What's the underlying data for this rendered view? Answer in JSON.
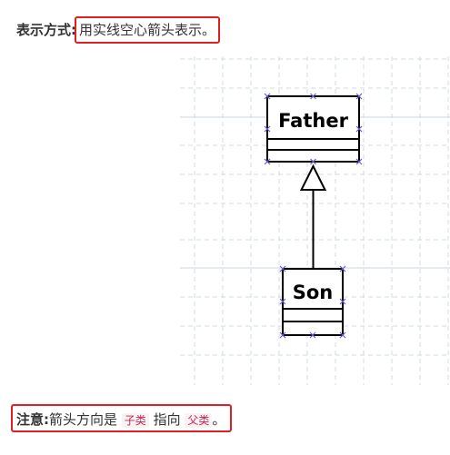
{
  "representation": {
    "label": "表示方式:",
    "text": "用实线空心箭头表示。"
  },
  "diagram": {
    "parent_class": "Father",
    "child_class": "Son"
  },
  "note": {
    "label": "注意:",
    "text_before": "箭头方向是",
    "child_term": "子类",
    "text_middle": "指向",
    "parent_term": "父类",
    "text_end": "。"
  },
  "colors": {
    "highlight_border": "#e01e24",
    "code_text": "#c7254e",
    "code_background": "#f9f2f4",
    "grid": "#d0dbe0",
    "handle": "#6a5acd"
  }
}
